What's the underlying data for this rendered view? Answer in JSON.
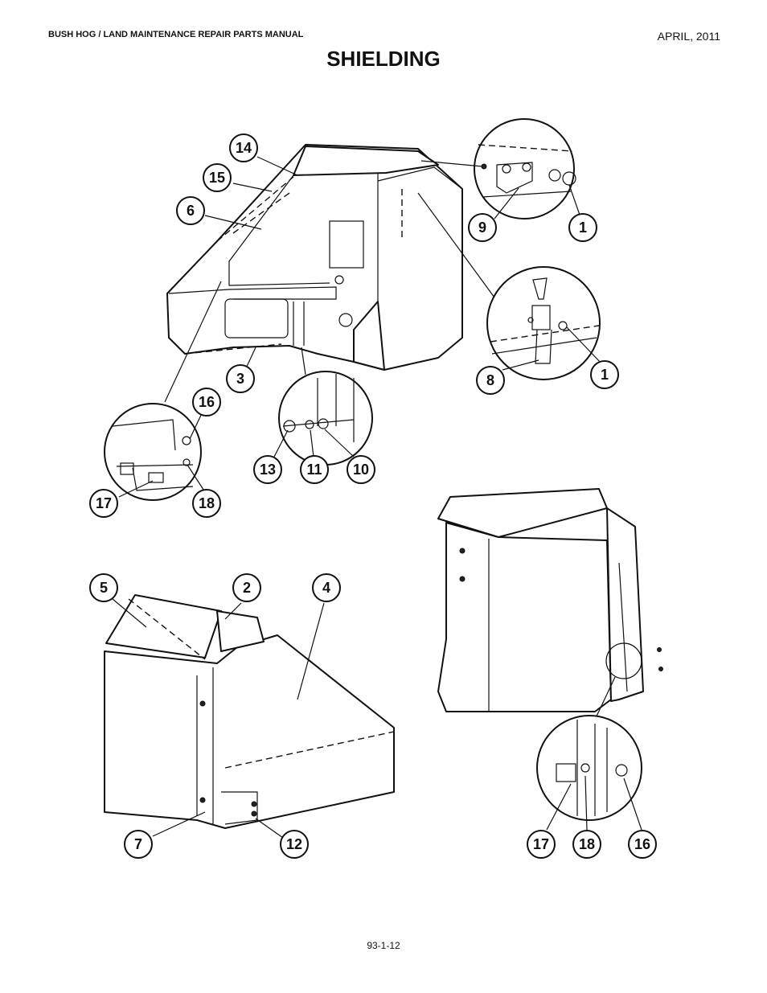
{
  "header": {
    "manual_title": "BUSH HOG / LAND MAINTENANCE REPAIR PARTS MANUAL",
    "date": "APRIL, 2011"
  },
  "page_title": "SHIELDING",
  "page_number": "93-1-12",
  "callouts": {
    "c14": "14",
    "c15": "15",
    "c6": "6",
    "c9": "9",
    "c1a": "1",
    "c8": "8",
    "c1b": "1",
    "c3": "3",
    "c16a": "16",
    "c17a": "17",
    "c18a": "18",
    "c13": "13",
    "c11": "11",
    "c10": "10",
    "c5": "5",
    "c2": "2",
    "c4": "4",
    "c7": "7",
    "c12": "12",
    "c17b": "17",
    "c18b": "18",
    "c16b": "16"
  }
}
